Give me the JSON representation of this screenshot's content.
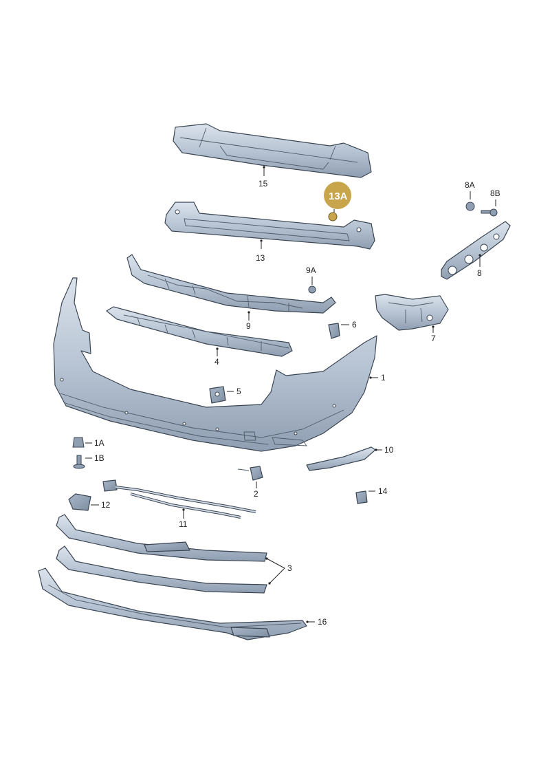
{
  "diagram": {
    "highlight_color": "#c8a44a",
    "part_color": "#b4c1d1",
    "labels": {
      "p15": "15",
      "p13A": "13A",
      "p13": "13",
      "p8A": "8A",
      "p8B": "8B",
      "p8": "8",
      "p9A": "9A",
      "p9": "9",
      "p6": "6",
      "p7": "7",
      "p4": "4",
      "p5": "5",
      "p1": "1",
      "p1A": "1A",
      "p1B": "1B",
      "p10": "10",
      "p2": "2",
      "p14": "14",
      "p12": "12",
      "p11": "11",
      "p3": "3",
      "p16": "16"
    }
  }
}
